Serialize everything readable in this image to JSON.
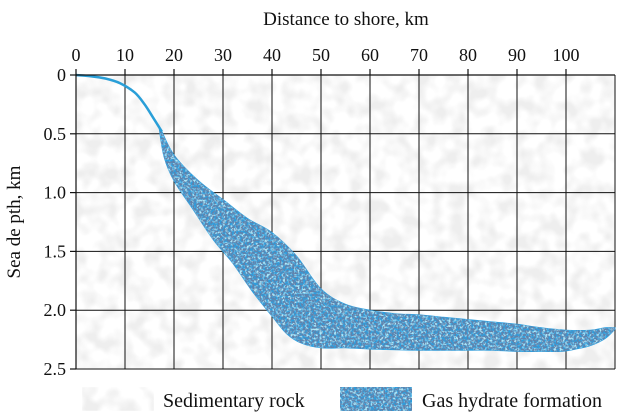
{
  "chart_data": {
    "type": "area",
    "xlabel": "Distance to shore,  km",
    "ylabel": "Sea de pth, km",
    "xlim": [
      0,
      110
    ],
    "ylim": [
      0,
      2.5
    ],
    "y_inverted": true,
    "x_axis_position": "top",
    "xticks": [
      0,
      10,
      20,
      30,
      40,
      50,
      60,
      70,
      80,
      90,
      100
    ],
    "xtick_labels": [
      "0",
      "10",
      "20",
      "30",
      "40",
      "50",
      "60",
      "70",
      "80",
      "90",
      "100"
    ],
    "yticks": [
      0,
      0.5,
      1.0,
      1.5,
      2.0,
      2.5
    ],
    "ytick_labels": [
      "0",
      "0.5",
      "1.0",
      "1.5",
      "2.0",
      "2.5"
    ],
    "grid": true,
    "seafloor_profile": {
      "x": [
        0,
        3,
        6,
        9,
        12,
        14,
        16,
        17.5
      ],
      "y": [
        0,
        0.01,
        0.03,
        0.07,
        0.15,
        0.25,
        0.38,
        0.48
      ]
    },
    "hydrate_upper_boundary": {
      "x": [
        17.5,
        20,
        25,
        30,
        35,
        40,
        45,
        50,
        55,
        60,
        65,
        70,
        75,
        80,
        85,
        90,
        95,
        100,
        105,
        108,
        110
      ],
      "y": [
        0.48,
        0.68,
        0.9,
        1.06,
        1.22,
        1.34,
        1.54,
        1.82,
        1.95,
        2.0,
        2.03,
        2.04,
        2.06,
        2.08,
        2.1,
        2.12,
        2.15,
        2.17,
        2.17,
        2.15,
        2.15
      ]
    },
    "hydrate_lower_boundary": {
      "x": [
        110,
        108,
        105,
        102,
        99,
        95,
        90,
        85,
        80,
        70,
        60,
        55,
        50,
        46,
        43,
        40,
        36,
        32,
        28,
        24,
        20,
        18,
        17
      ],
      "y": [
        2.16,
        2.24,
        2.3,
        2.33,
        2.35,
        2.35,
        2.35,
        2.34,
        2.34,
        2.34,
        2.33,
        2.32,
        2.32,
        2.28,
        2.2,
        2.05,
        1.84,
        1.6,
        1.4,
        1.15,
        0.9,
        0.7,
        0.46
      ]
    },
    "legend": {
      "position": "bottom",
      "items": [
        {
          "label": "Sedimentary rock",
          "swatch": "sedimentary-texture"
        },
        {
          "label": "Gas hydrate formation",
          "swatch": "hydrate-texture"
        }
      ]
    },
    "colors": {
      "hydrate_fill": "#2b9fe0",
      "hydrate_dark": "#1d3d66",
      "hydrate_light": "#6fd0f0",
      "sediment_blob": "#e6e6e6",
      "grid": "#111111",
      "seafloor_line": "#2a9fd8"
    }
  }
}
